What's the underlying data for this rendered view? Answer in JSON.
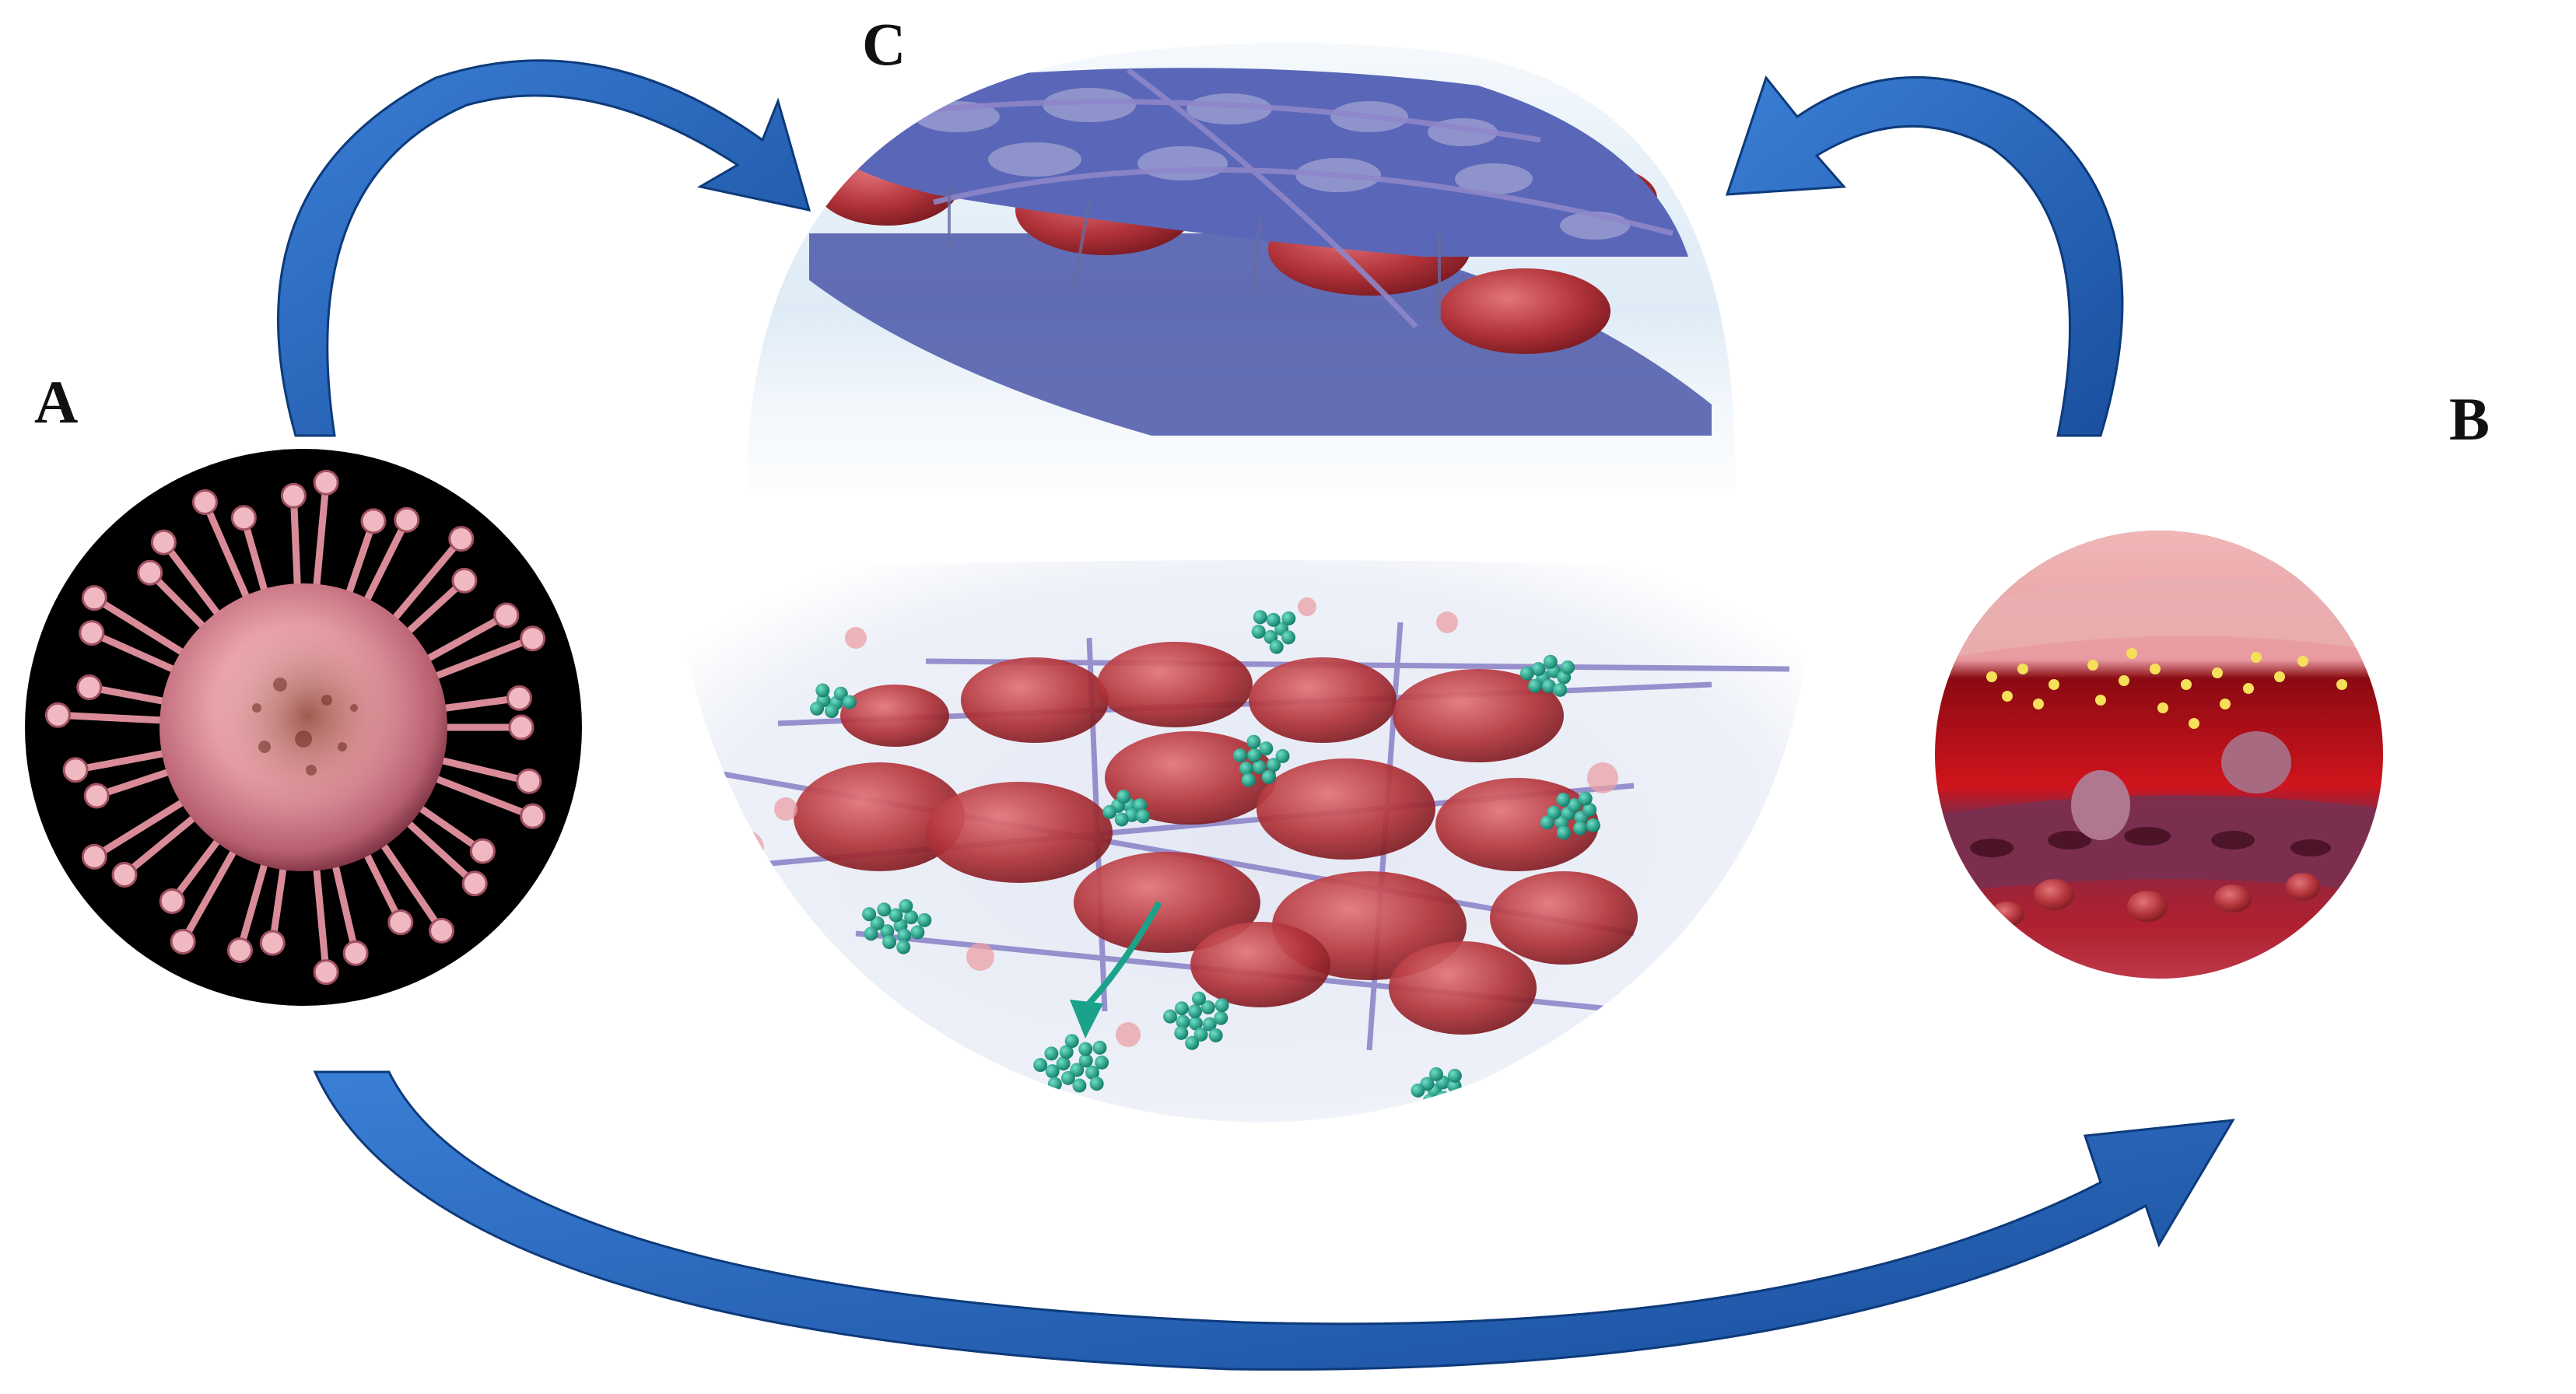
{
  "panels": {
    "a": {
      "label": "A",
      "icon": "virus-icon"
    },
    "b": {
      "label": "B",
      "icon": "blood-vessel-icon"
    },
    "c": {
      "label": "C",
      "icon": "clot-network-icon"
    }
  },
  "arrows": {
    "a_to_c": "curved-arrow-icon",
    "b_to_c": "curved-arrow-icon",
    "a_to_b": "curved-arrow-icon"
  },
  "colors": {
    "arrow_fill": "#1f5fb5",
    "arrow_stroke": "#0d3a7a",
    "virus_background": "#000000",
    "virus_body": "#e8a0a8",
    "red_cell": "#b2333a",
    "platelet_green": "#1aa38a",
    "membrane_blue": "#5a67b8",
    "fibrin_purple": "#8e86c9",
    "vessel_red": "#c4141c",
    "background": "#ffffff"
  }
}
